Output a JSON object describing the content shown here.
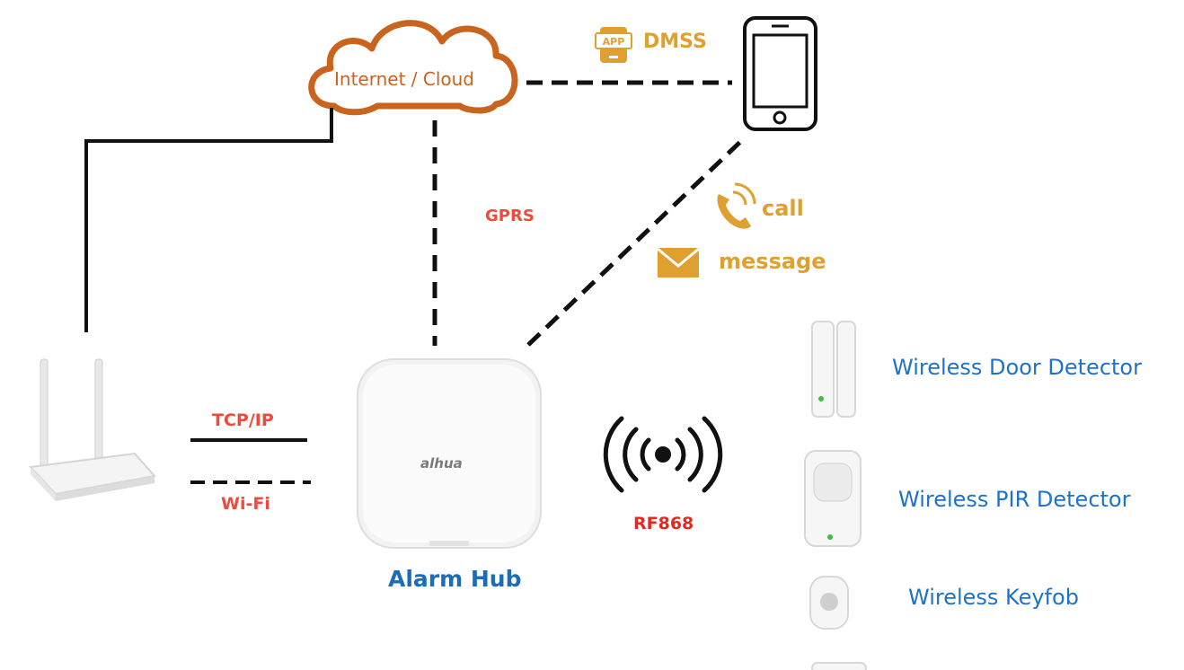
{
  "cloud": {
    "label": "Internet / Cloud"
  },
  "app": {
    "badge": "APP",
    "label": "DMSS"
  },
  "links": {
    "gprs": "GPRS",
    "call": "call",
    "message": "message",
    "tcpip": "TCP/IP",
    "wifi": "Wi-Fi",
    "rf": "RF868"
  },
  "hub": {
    "label": "Alarm Hub",
    "brand": "alhua"
  },
  "devices": [
    {
      "label": "Wireless Door Detector",
      "icon": "door-detector-icon"
    },
    {
      "label": "Wireless PIR Detector",
      "icon": "pir-detector-icon"
    },
    {
      "label": "Wireless Keyfob",
      "icon": "keyfob-icon"
    }
  ],
  "colors": {
    "cloud": "#c8641e",
    "app": "#e0a030",
    "link_label": "#ef4b3c",
    "rf_label": "#e8261e",
    "hub_label": "#1e6cb5",
    "device_label": "#1e73c8",
    "line": "#111111"
  }
}
